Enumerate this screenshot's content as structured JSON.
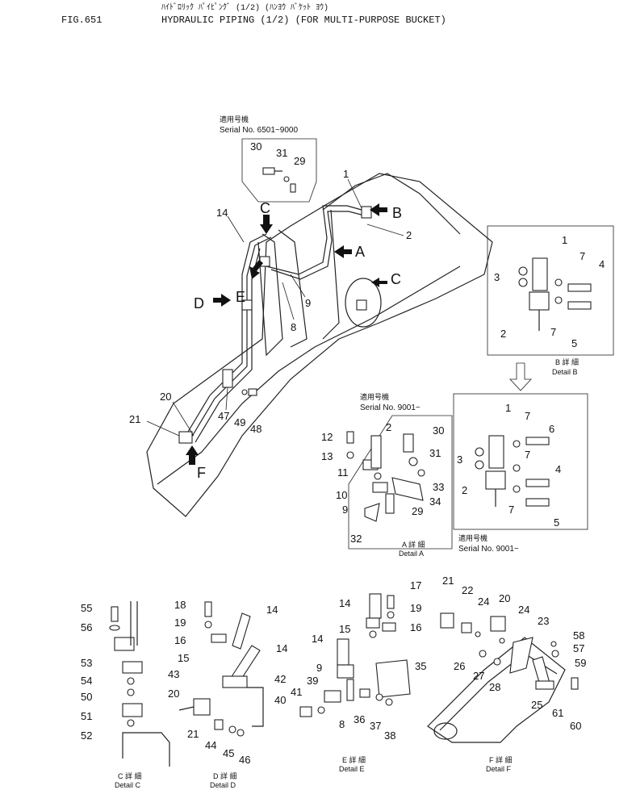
{
  "header": {
    "fig": "FIG.651",
    "title_jp": "ﾊｲﾄﾞﾛﾘｯｸ ﾊﾟｲﾋﾟﾝｸﾞ (1/2) (ﾊﾝﾖｳ ﾊﾞｹｯﾄ ﾖｳ)",
    "title_en": "HYDRAULIC PIPING (1/2) (FOR MULTI-PURPOSE BUCKET)"
  },
  "serials": {
    "top_jp": "適用号機",
    "top": "Serial No. 6501~9000",
    "a_jp": "適用号機",
    "a": "Serial No. 9001~",
    "b_jp": "適用号機",
    "b": "Serial No. 9001~"
  },
  "details": {
    "a_jp": "A 詳 細",
    "a": "Detail A",
    "b_jp": "B 詳 細",
    "b": "Detail B",
    "c_jp": "C 詳 細",
    "c": "Detail C",
    "d_jp": "D 詳 細",
    "d": "Detail D",
    "e_jp": "E 詳 細",
    "e": "Detail E",
    "f_jp": "F 詳 細",
    "f": "Detail F"
  },
  "view_letters": {
    "A": "A",
    "B": "B",
    "C1": "C",
    "C2": "C",
    "D": "D",
    "E": "E",
    "F": "F"
  },
  "part_numbers": {
    "main": [
      "30",
      "31",
      "29",
      "1",
      "2",
      "14",
      "9",
      "8",
      "20",
      "21",
      "47",
      "49",
      "48"
    ],
    "detail_b": [
      "1",
      "3",
      "7",
      "4",
      "2",
      "7",
      "5"
    ],
    "detail_a": [
      "30",
      "2",
      "12",
      "13",
      "11",
      "31",
      "33",
      "10",
      "9",
      "34",
      "29",
      "32"
    ],
    "detail_b2": [
      "1",
      "7",
      "6",
      "3",
      "7",
      "4",
      "2",
      "7",
      "5"
    ],
    "detail_c": [
      "55",
      "56",
      "53",
      "54",
      "50",
      "51",
      "52"
    ],
    "detail_d": [
      "18",
      "14",
      "19",
      "16",
      "15",
      "14",
      "43",
      "42",
      "20",
      "21",
      "44",
      "45",
      "46"
    ],
    "detail_e": [
      "17",
      "14",
      "19",
      "16",
      "15",
      "14",
      "35",
      "9",
      "39",
      "41",
      "40",
      "8",
      "36",
      "37",
      "38"
    ],
    "detail_f": [
      "21",
      "22",
      "24",
      "20",
      "24",
      "23",
      "58",
      "57",
      "59",
      "26",
      "27",
      "28",
      "25",
      "61",
      "60"
    ]
  }
}
